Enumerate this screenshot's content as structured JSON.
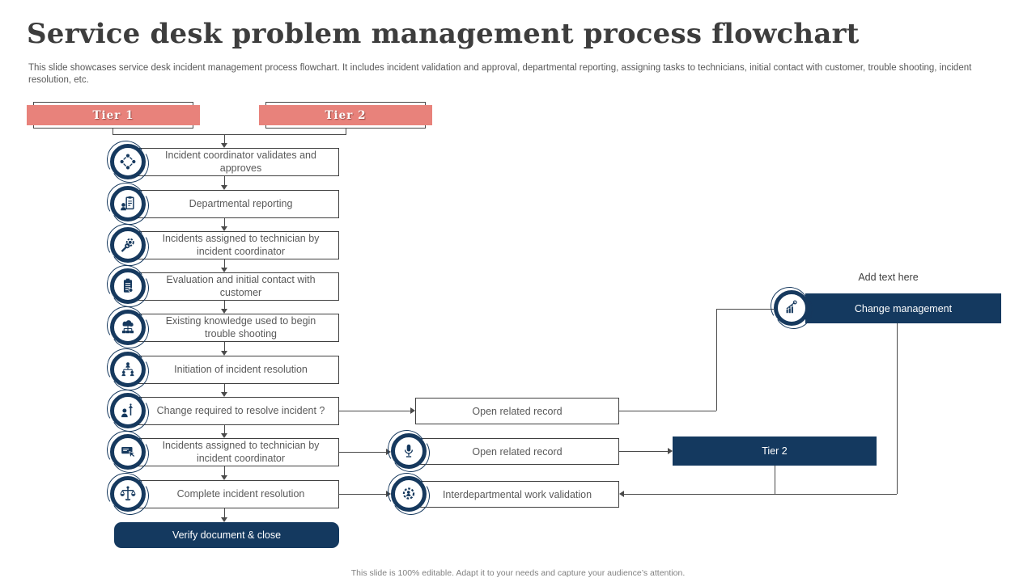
{
  "slide": {
    "title": "Service desk problem management process flowchart",
    "subtitle": "This slide showcases service desk incident management process flowchart. It includes incident validation and approval, departmental reporting, assigning tasks to technicians, initial contact with customer, trouble shooting, incident resolution, etc.",
    "footer": "This slide is 100% editable.  Adapt it to your needs and capture your audience’s attention."
  },
  "colors": {
    "salmon": "#e8827b",
    "navy": "#14395f",
    "box_border": "#404040",
    "box_text": "#595959",
    "line": "#4a4a4a"
  },
  "tiers": [
    {
      "label": "Tier 1"
    },
    {
      "label": "Tier 2"
    }
  ],
  "flow_steps": [
    {
      "label": "Incident coordinator validates and approves",
      "icon": "workflow-icon"
    },
    {
      "label": "Departmental reporting",
      "icon": "person-clipboard-icon"
    },
    {
      "label": "Incidents assigned to technician by incident coordinator",
      "icon": "tools-icon"
    },
    {
      "label": "Evaluation and initial contact with customer",
      "icon": "clipboard-check-icon"
    },
    {
      "label": "Existing knowledge used to begin trouble shooting",
      "icon": "cloud-network-icon"
    },
    {
      "label": "Initiation of incident resolution",
      "icon": "org-chart-icon"
    },
    {
      "label": "Change required to resolve incident ?",
      "icon": "person-up-arrow-icon"
    },
    {
      "label": "Incidents assigned to technician by incident coordinator",
      "icon": "card-hand-icon"
    },
    {
      "label": "Complete incident resolution",
      "icon": "scales-icon"
    }
  ],
  "terminal": {
    "label": "Verify document & close"
  },
  "middle_steps": [
    {
      "label": "Open related record"
    },
    {
      "label": "Open related record",
      "icon": "microphone-icon"
    },
    {
      "label": "Interdepartmental work validation",
      "icon": "head-gear-icon"
    }
  ],
  "right_side": {
    "placeholder": "Add text here",
    "change_management": {
      "label": "Change management",
      "icon": "growth-chart-icon"
    },
    "tier2_target": {
      "label": "Tier 2"
    }
  }
}
